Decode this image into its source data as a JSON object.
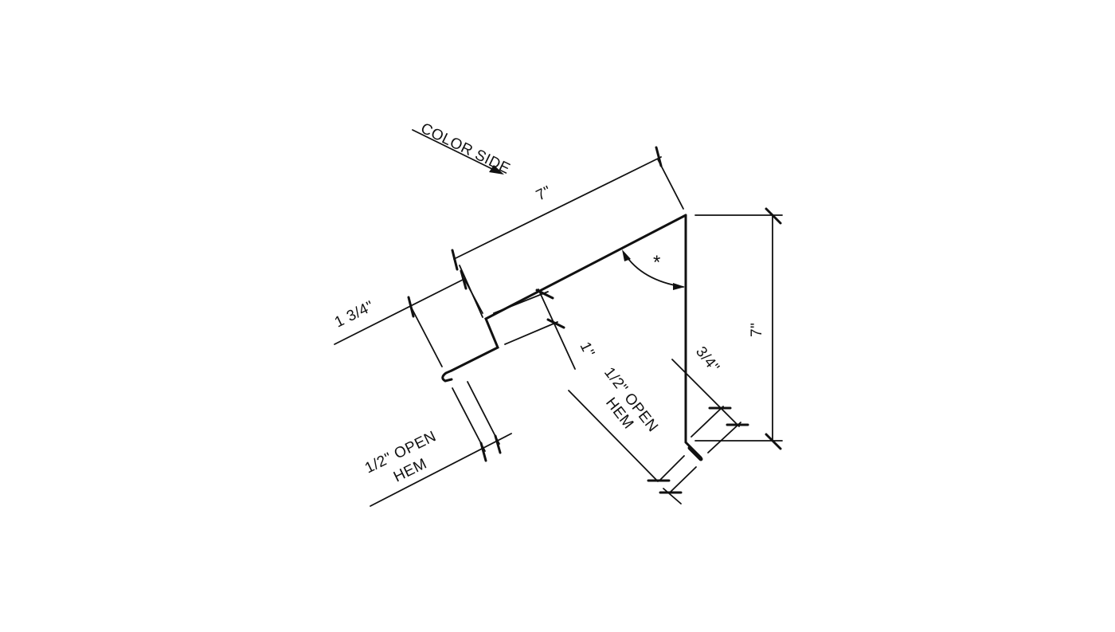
{
  "drawing": {
    "title": "Flashing profile detail",
    "background": "#ffffff",
    "line_color": "#111111",
    "labels": {
      "color_side": "COLOR SIDE",
      "top_length": "7\"",
      "vertical_length": "7\"",
      "left_flange": "1 3/4\"",
      "step": "1\"",
      "right_hem_offset": "3/4\"",
      "angle_marker": "*",
      "left_hem_line1": "1/2\" OPEN",
      "left_hem_line2": "HEM",
      "right_hem_line1": "1/2\" OPEN",
      "right_hem_line2": "HEM"
    }
  }
}
